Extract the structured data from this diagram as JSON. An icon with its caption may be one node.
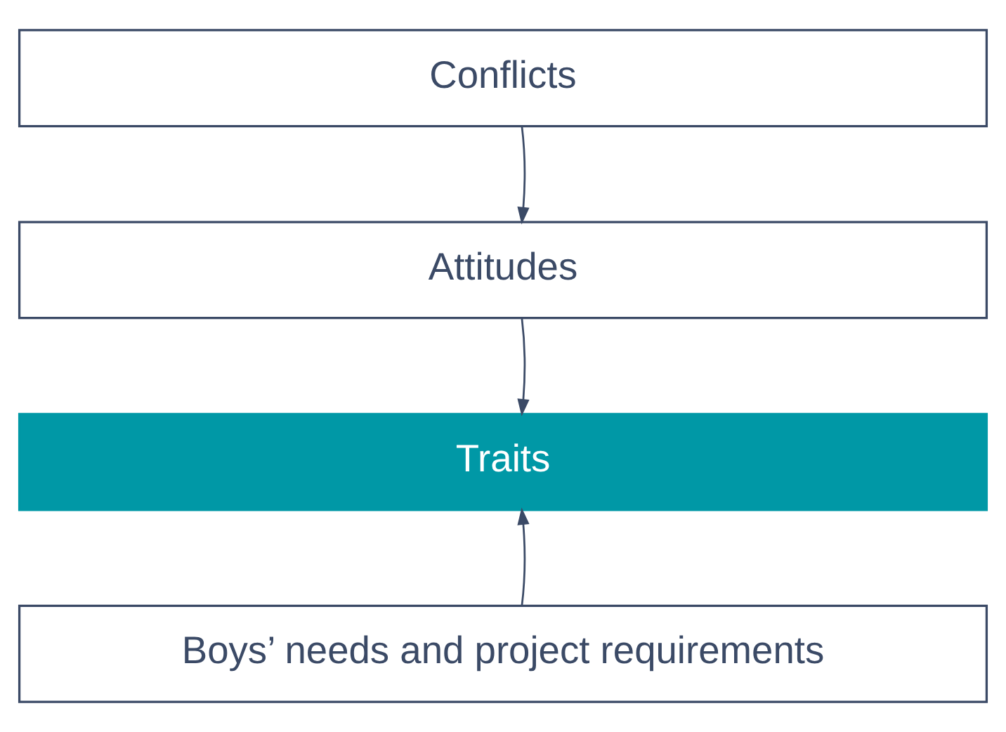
{
  "diagram": {
    "nodes": [
      {
        "text": [
          "Conflicts"
        ]
      },
      {
        "text": [
          "Attitudes"
        ]
      },
      {
        "text": [
          "Traits"
        ]
      },
      {
        "text": [
          "Boys’ needs and project requirements"
        ]
      }
    ],
    "edges": [
      {
        "from": 0,
        "to": 1,
        "arrow": "to"
      },
      {
        "from": 1,
        "to": 2,
        "arrow": "to"
      },
      {
        "from": 3,
        "to": 2,
        "arrow": "to"
      }
    ]
  }
}
